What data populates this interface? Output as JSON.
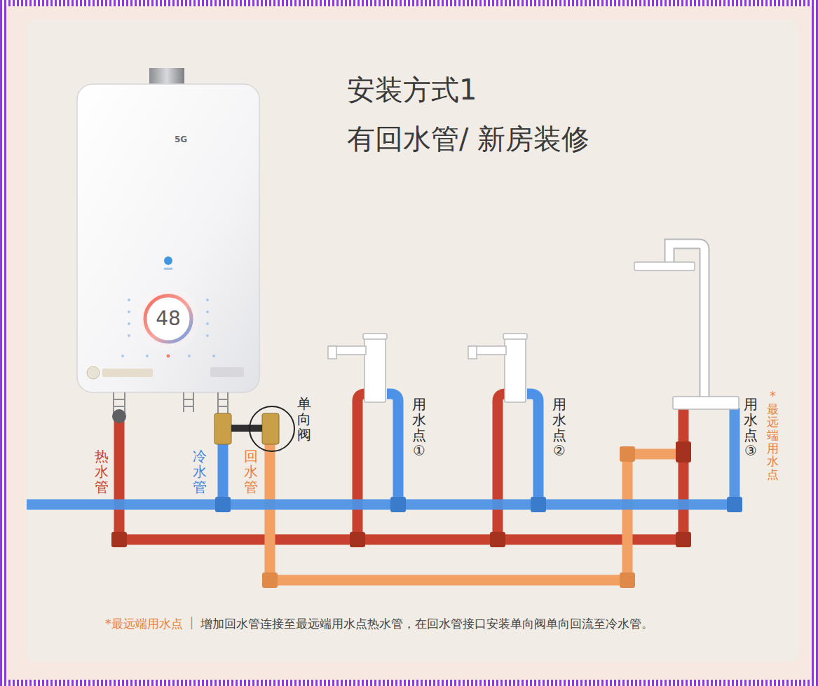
{
  "diagram": {
    "title": "安装方式1",
    "caption": "增加回水管连接至最远端用水点热水管，在回水管接口安装单向阀单向回流至冷水管。",
    "nodes": [
      {
        "text": [
          "5G",
          "48"
        ]
      }
    ],
    "labels": [
      "有回水管/ 新房装修",
      "热水管",
      "冷水管",
      "回水管",
      "单向阀",
      "用水点①",
      "用水点②",
      "用水点③",
      "*最远端用水点",
      "*最远端用水点",
      "|"
    ]
  }
}
